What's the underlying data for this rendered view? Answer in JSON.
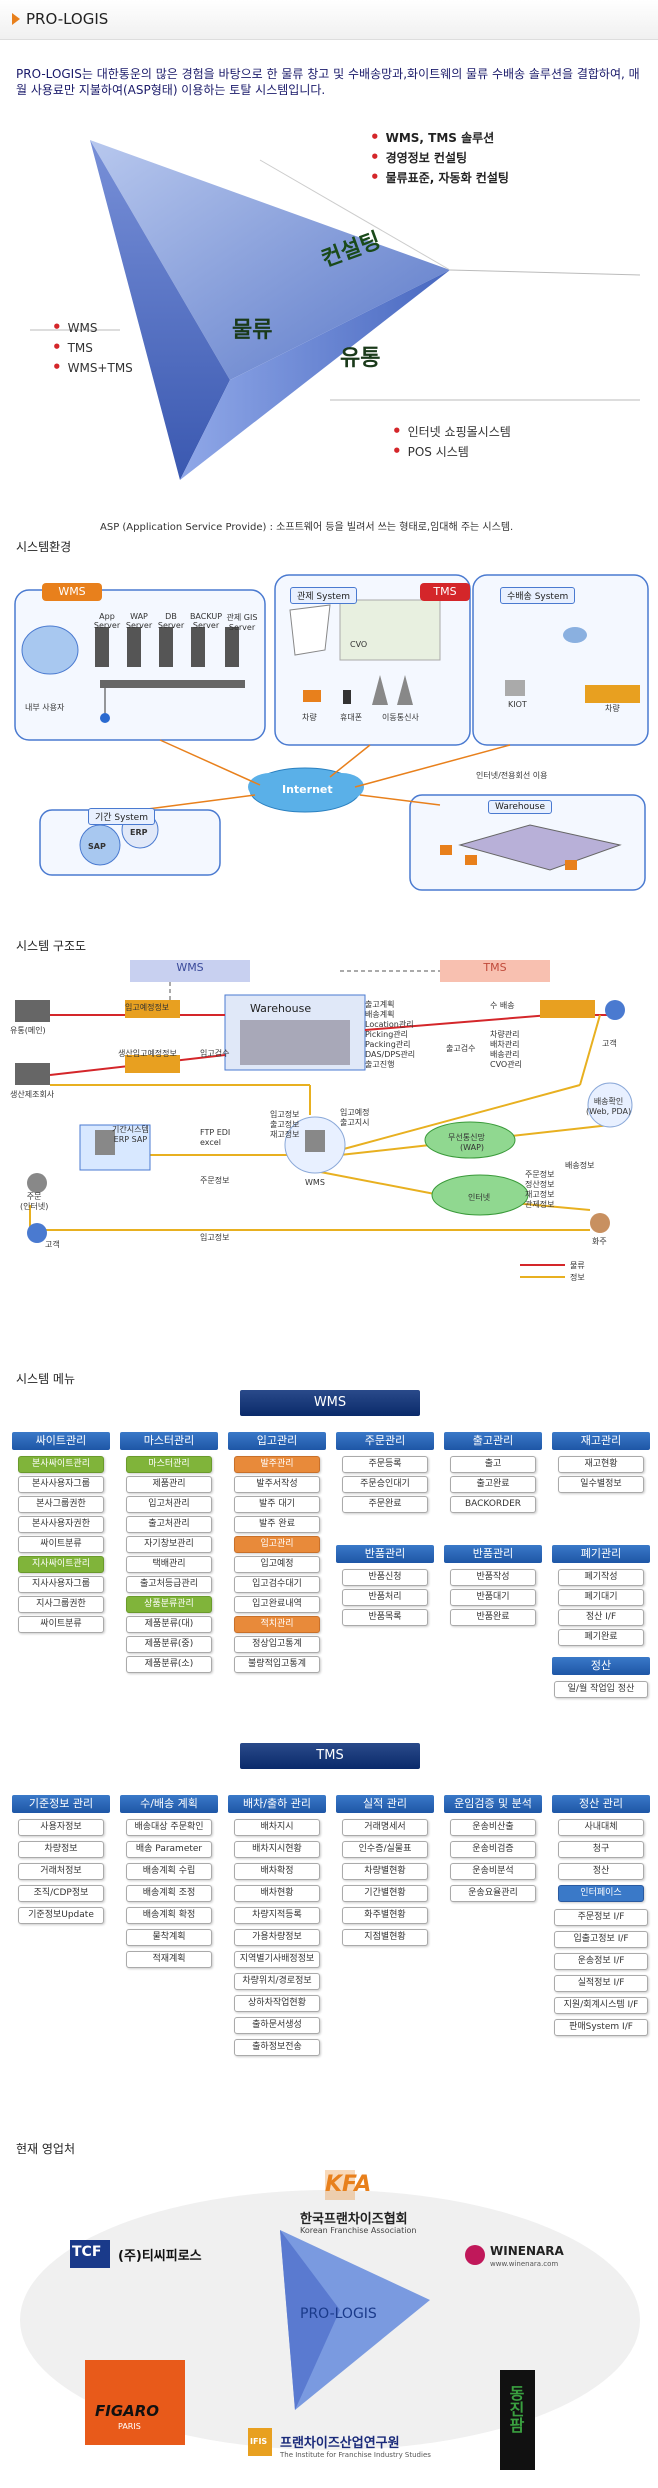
{
  "header": {
    "title": "PRO-LOGIS"
  },
  "intro": "PRO-LOGIS는 대한통운의 많은 경험을 바탕으로 한 물류 창고 및 수배송망과,화이트웨의 물류 수배송 솔루션을 결합하여, 매월 사용료만 지불하여(ASP형태) 이용하는 토탈 시스템입니다.",
  "triangle": {
    "label_consulting": "컨설팅",
    "label_logistics": "물류",
    "label_distribution": "유통",
    "consulting_items": [
      "WMS, TMS 솔루션",
      "경영정보 컨설팅",
      "물류표준, 자동화 컨설팅"
    ],
    "logistics_items": [
      "WMS",
      "TMS",
      "WMS+TMS"
    ],
    "distribution_items": [
      "인터넷 쇼핑몰시스템",
      "POS 시스템"
    ],
    "asp_note": "ASP (Application Service Provide) : 소프트웨어 등을 빌려서 쓰는 형태로,임대해 주는 시스템."
  },
  "env": {
    "title": "시스템환경",
    "wms_tag": "WMS",
    "tms_tag": "TMS",
    "server_labels": [
      "App Server",
      "WAP Server",
      "DB Server",
      "BACKUP Server",
      "관제 GIS Server"
    ],
    "internal_user": "내부 사용자",
    "control_system": "관제 System",
    "delivery_system": "수배송 System",
    "cvo": "CVO",
    "vehicle": "차량",
    "phone": "휴대폰",
    "telecom": "이동통신사",
    "kiot": "KIOT",
    "vehicle2": "차량",
    "internet": "Internet",
    "internet_note": "인터넷/전용회선 이용",
    "legacy_system": "기간 System",
    "sap": "SAP",
    "erp": "ERP",
    "warehouse": "Warehouse"
  },
  "structure": {
    "title": "시스템 구조도",
    "wms_tag": "WMS",
    "tms_tag": "TMS",
    "factory1": "유통(메인)",
    "factory2": "생산제조회사",
    "warehouse": "Warehouse",
    "receive_plan": "입고예정정보",
    "prod_plan": "생산입고예정정보",
    "receive_check": "입고검수",
    "tms_functions": "출고계획\n배송계획\nLocation관리\nPicking관리\nPacking관리\nDAS/DPS관리\n출고진행",
    "delivery": "수 배송",
    "customer_top": "고객",
    "ship_check": "출고검수",
    "vehicle_mgmt": "차량관리\n배차관리\n배송관리\nCVO관리",
    "delivery_confirm": "배송확인\n(Web, PDA)",
    "wms_info": "입고정보\n출고정보\n재고정보",
    "ship_plan": "입고예정\n출고지시",
    "wireless": "무선통신망",
    "wireless_sub": "(WAP)",
    "delivery_info": "배송정보",
    "ftp": "FTP EDI\nexcel",
    "legacy": "기간시스템\nERP SAP",
    "order_info": "주문정보",
    "wms_node": "WMS",
    "customer_pc": "주문\n(인터넷)",
    "customer_bottom": "고객",
    "internet": "인터넷",
    "receive_info": "입고정보",
    "hq_info": "주문정보\n정산정보\n재고정보\n관제정보",
    "hq": "화주",
    "legend_goods": "물류",
    "legend_info": "정보"
  },
  "menu": {
    "title": "시스템 메뉴",
    "wms_title": "WMS",
    "wms_columns": [
      {
        "head": "싸이트관리",
        "items": [
          [
            "본사싸이트관리",
            "g"
          ],
          [
            "본사사용자그룹",
            ""
          ],
          [
            "본사그룹권한",
            ""
          ],
          [
            "본사사용자권한",
            ""
          ],
          [
            "싸이트분류",
            ""
          ],
          [
            "지사싸이트관리",
            "g"
          ],
          [
            "지사사용자그룹",
            ""
          ],
          [
            "지사그룹권한",
            ""
          ],
          [
            "싸이트분류",
            ""
          ]
        ]
      },
      {
        "head": "마스터관리",
        "items": [
          [
            "마스터관리",
            "g"
          ],
          [
            "제품관리",
            ""
          ],
          [
            "입고처관리",
            ""
          ],
          [
            "출고처관리",
            ""
          ],
          [
            "자기창보관리",
            ""
          ],
          [
            "택배관리",
            ""
          ],
          [
            "출고처등급관리",
            ""
          ],
          [
            "상품분류관리",
            "g"
          ],
          [
            "제품분류(대)",
            ""
          ],
          [
            "제품분류(중)",
            ""
          ],
          [
            "제품분류(소)",
            ""
          ]
        ]
      },
      {
        "head": "입고관리",
        "items": [
          [
            "발주관리",
            "o"
          ],
          [
            "발주서작성",
            ""
          ],
          [
            "발주 대기",
            ""
          ],
          [
            "발주 완료",
            ""
          ],
          [
            "입고관리",
            "o"
          ],
          [
            "입고예정",
            ""
          ],
          [
            "입고검수대기",
            ""
          ],
          [
            "입고완료내역",
            ""
          ],
          [
            "적치관리",
            "o"
          ],
          [
            "정상입고통계",
            ""
          ],
          [
            "불량적입고통계",
            ""
          ]
        ]
      },
      {
        "head": "주문관리",
        "items": [
          [
            "주문등록",
            ""
          ],
          [
            "주문승인대기",
            ""
          ],
          [
            "주문완료",
            ""
          ]
        ]
      },
      {
        "head": "출고관리",
        "items": [
          [
            "출고",
            ""
          ],
          [
            "출고완료",
            ""
          ],
          [
            "BACKORDER",
            ""
          ]
        ]
      },
      {
        "head": "재고관리",
        "items": [
          [
            "재고현황",
            ""
          ],
          [
            "일수별정보",
            ""
          ]
        ]
      }
    ],
    "wms_second_row": [
      {
        "head": "반품관리",
        "items": [
          "반품신청",
          "반품처리",
          "반품목록"
        ]
      },
      {
        "head": "반품관리",
        "items": [
          "반품작성",
          "반품대기",
          "반품완료"
        ]
      },
      {
        "head": "폐기관리",
        "items": [
          "폐기작성",
          "폐기대기",
          "정산 I/F",
          "폐기완료"
        ]
      }
    ],
    "wms_settlement": {
      "head": "정산",
      "items": [
        "일/월 작업입 정산"
      ]
    },
    "tms_title": "TMS",
    "tms_columns": [
      {
        "head": "기준정보 관리",
        "items": [
          "사용자정보",
          "차량정보",
          "거래처정보",
          "조직/CDP정보",
          "기준정보Update"
        ]
      },
      {
        "head": "수/배송 계획",
        "items": [
          "배송대상 주문확인",
          "배송 Parameter",
          "배송계획 수립",
          "배송계획 조정",
          "배송계획 확정",
          "물착계획",
          "적재계획"
        ]
      },
      {
        "head": "배차/출하 관리",
        "items": [
          "배차지시",
          "배차지시현황",
          "배차확정",
          "배차현황",
          "차량지적등록",
          "가용차량정보",
          "지역별기사배정정보",
          "차량위치/경로정보",
          "상하차작업현황",
          "출하문서생성",
          "출하정보전송"
        ]
      },
      {
        "head": "실적 관리",
        "items": [
          "거래명세서",
          "인수증/실물표",
          "차량별현황",
          "기간별현황",
          "화주별현황",
          "지점별현황"
        ]
      },
      {
        "head": "운임검증 및 분석",
        "items": [
          "운송비산출",
          "운송비검증",
          "운송비분석",
          "운송요율관리"
        ]
      },
      {
        "head": "정산 관리",
        "items": [
          "사내대체",
          "청구",
          "정산"
        ]
      }
    ],
    "tms_interface": {
      "head": "인터페이스",
      "items": [
        "주문정보 I/F",
        "입출고정보 I/F",
        "운송정보 I/F",
        "실적정보 I/F",
        "지원/회계시스템 I/F",
        "판매System I/F"
      ]
    }
  },
  "partners": {
    "title": "현재 영업처",
    "center": "PRO-LOGIS",
    "kfa_logo": "KFA",
    "kfa_kr": "한국프랜차이즈협회",
    "kfa_en": "Korean Franchise Association",
    "tcf_logo": "TCF",
    "tcf_name": "(주)티씨피로스",
    "winenara": "WINENARA",
    "winenara_sub": "www.winenara.com",
    "figaro": "FIGARO",
    "figaro_sub": "PARIS",
    "ifis": "IFIS",
    "ifis_kr": "프랜차이즈산업연구원",
    "ifis_en": "The Institute for Franchise Industry Studies",
    "sign": "동진팜"
  },
  "colors": {
    "accent": "#e8801c",
    "navy": "#1a1a6a",
    "blue": "#3a79c8",
    "green": "#80b43a",
    "orange": "#e88a3a",
    "red": "#d4262a"
  }
}
